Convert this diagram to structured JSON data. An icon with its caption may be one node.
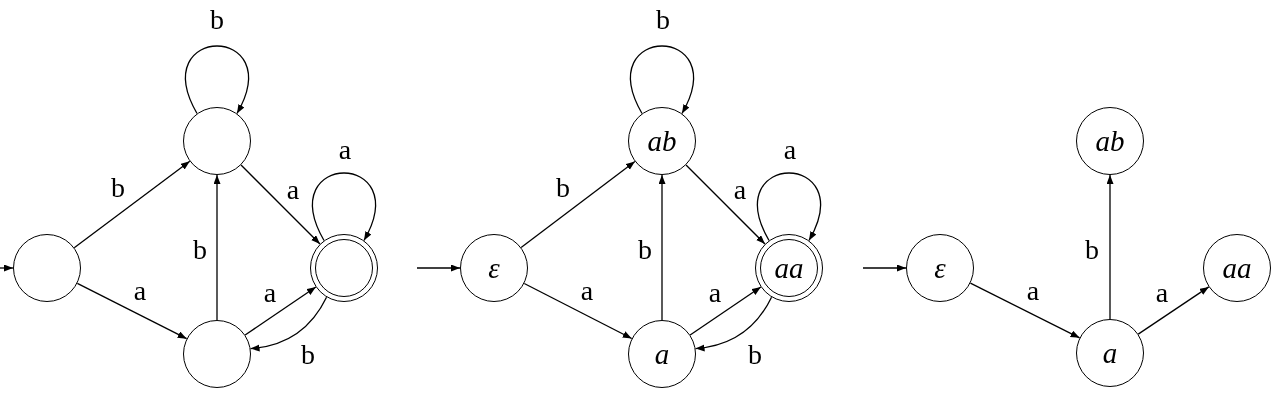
{
  "diagram": {
    "nodes": [
      {
        "text": [],
        "shape": "circle"
      },
      {
        "text": [],
        "shape": "circle"
      },
      {
        "text": [],
        "shape": "circle"
      },
      {
        "text": [],
        "shape": "double-circle"
      },
      {
        "text": [
          "ε"
        ]
      },
      {
        "text": [
          "ab"
        ]
      },
      {
        "text": [
          "a"
        ]
      },
      {
        "text": [
          "aa"
        ]
      },
      {
        "text": [
          "ε"
        ]
      },
      {
        "text": [
          "ab"
        ]
      },
      {
        "text": [
          "a"
        ]
      },
      {
        "text": [
          "aa"
        ]
      }
    ],
    "edges": [
      {
        "from": null,
        "to": 0,
        "arrow": "to"
      },
      {
        "from": 0,
        "to": 1,
        "label": "b",
        "arrow": "to"
      },
      {
        "from": 0,
        "to": 2,
        "label": "a",
        "arrow": "to"
      },
      {
        "from": 1,
        "to": 1,
        "label": "b",
        "arrow": "to"
      },
      {
        "from": 2,
        "to": 1,
        "label": "b",
        "arrow": "to"
      },
      {
        "from": 1,
        "to": 3,
        "label": "a",
        "arrow": "to"
      },
      {
        "from": 3,
        "to": 3,
        "label": "a",
        "arrow": "to"
      },
      {
        "from": 2,
        "to": 3,
        "label": "a",
        "arrow": "to"
      },
      {
        "from": 3,
        "to": 2,
        "label": "b",
        "arrow": "to"
      },
      {
        "from": null,
        "to": 4,
        "arrow": "to"
      },
      {
        "from": 4,
        "to": 5,
        "label": "b",
        "arrow": "to"
      },
      {
        "from": 4,
        "to": 6,
        "label": "a",
        "arrow": "to"
      },
      {
        "from": 5,
        "to": 5,
        "label": "b",
        "arrow": "to"
      },
      {
        "from": 6,
        "to": 5,
        "label": "b",
        "arrow": "to"
      },
      {
        "from": 5,
        "to": 7,
        "label": "a",
        "arrow": "to"
      },
      {
        "from": 7,
        "to": 7,
        "label": "a",
        "arrow": "to"
      },
      {
        "from": 6,
        "to": 7,
        "label": "a",
        "arrow": "to"
      },
      {
        "from": 7,
        "to": 6,
        "label": "b",
        "arrow": "to"
      },
      {
        "from": null,
        "to": 8,
        "arrow": "to"
      },
      {
        "from": 8,
        "to": 10,
        "label": "a",
        "arrow": "to"
      },
      {
        "from": 10,
        "to": 9,
        "label": "b",
        "arrow": "to"
      },
      {
        "from": 10,
        "to": 11,
        "label": "a",
        "arrow": "to"
      }
    ]
  }
}
